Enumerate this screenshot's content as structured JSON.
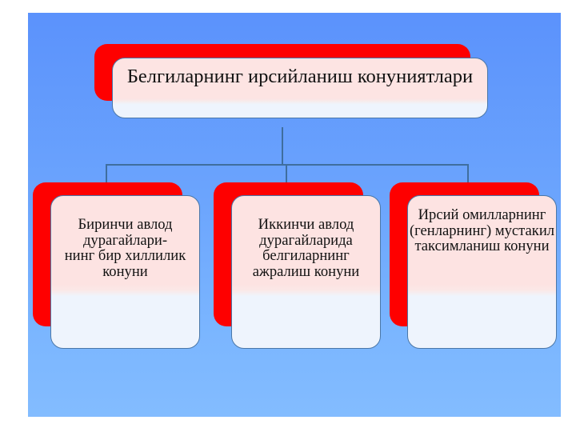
{
  "slide": {
    "background_top_color": "#5b92fc",
    "background_bottom_color": "#83bcff",
    "accent_color": "#fe0000",
    "box_fill_color": "#fde3e2",
    "box_border_color": "#4a77a8",
    "connector_color": "#3f6e9e",
    "diagram_type": "hierarchy"
  },
  "diagram": {
    "root": {
      "label": "Белгиларнинг ирсийланиш конуниятлари"
    },
    "children": [
      {
        "label": "Биринчи авлод дурагайлари-\nнинг бир хиллилик конуни"
      },
      {
        "label": "Иккинчи авлод дурагайларида белгиларнинг ажралиш конуни"
      },
      {
        "label": "Ирсий омилларнинг (генларнинг) мустакил таксимланиш конуни"
      }
    ]
  }
}
